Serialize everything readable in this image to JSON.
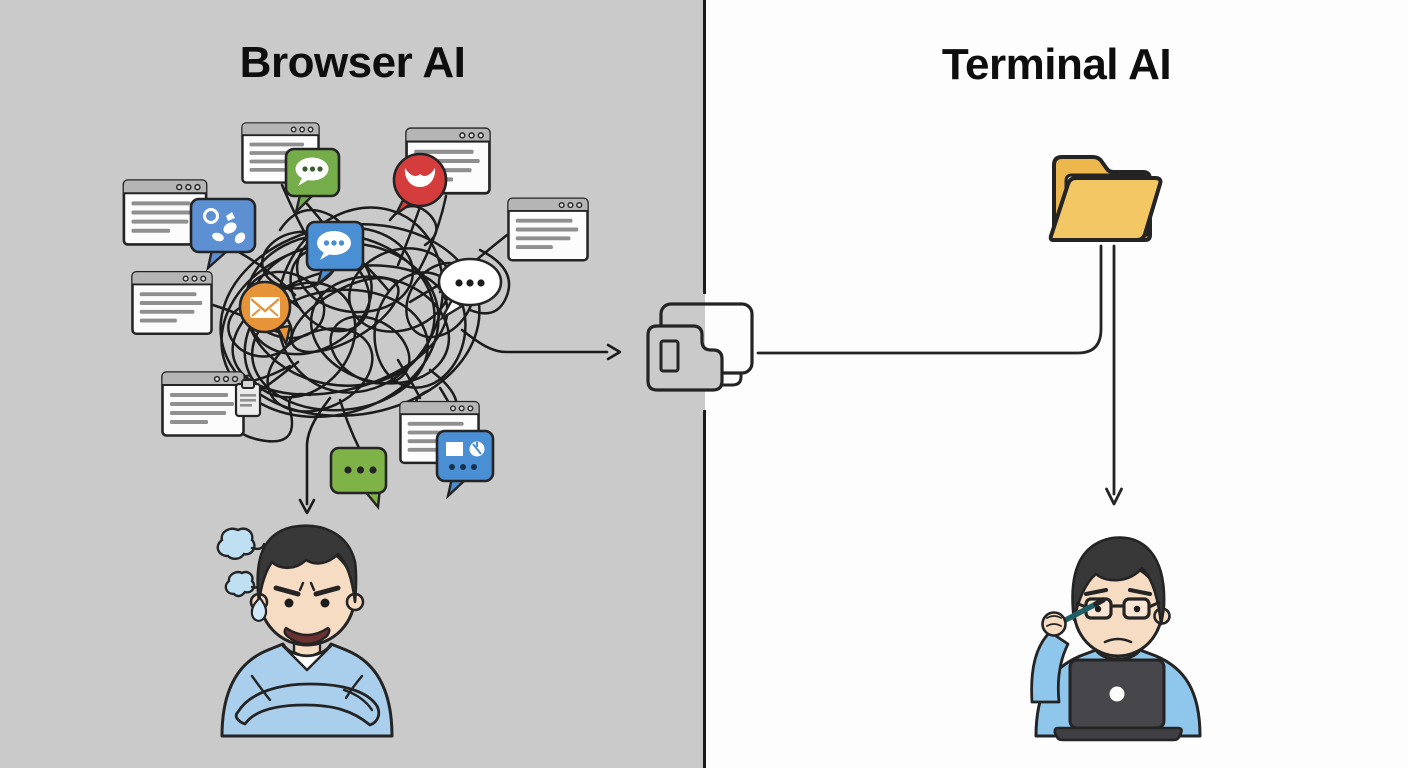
{
  "divider": {
    "color": "#1a1a1a"
  },
  "left_panel": {
    "title": "Browser AI",
    "background": "#cacaca",
    "person": "frustrated-user",
    "colors": {
      "green_bubble": "#74ad4a",
      "red_bubble": "#d53c3c",
      "blue_bubble_light": "#5c90d2",
      "blue_bubble": "#4a8fd4",
      "orange_bubble": "#e79338",
      "white_bubble": "#ffffff",
      "green_bubble_2": "#7fb348",
      "sweater": "#a9cfec",
      "skin": "#f7dcc4",
      "hair": "#383838",
      "steam": "#bfdff2",
      "sweat": "#cfe9f8",
      "window_bg": "#fcfcfc",
      "window_bar": "#b5b5b5"
    }
  },
  "right_panel": {
    "title": "Terminal AI",
    "background": "#fdfdfd",
    "person": "focused-user",
    "colors": {
      "folder_front": "#f3c763",
      "folder_back": "#ecb84e",
      "folder_paper": "#fdfdfd",
      "sweater": "#8fc6ec",
      "skin": "#f7dcc4",
      "hair": "#383838",
      "laptop": "#46464b",
      "pen": "#1f5f66"
    }
  }
}
